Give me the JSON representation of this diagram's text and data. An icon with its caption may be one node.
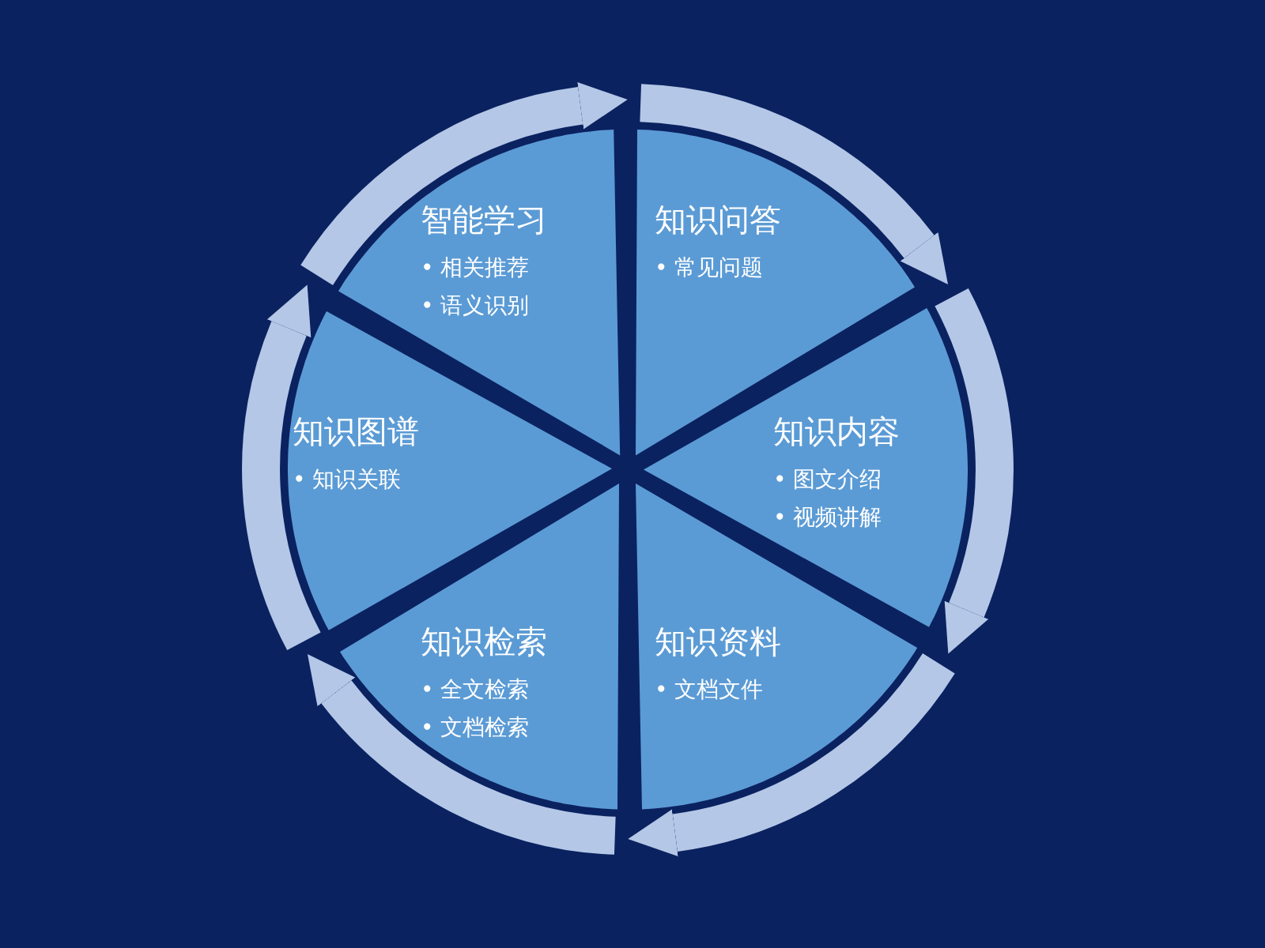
{
  "diagram": {
    "nodes": [
      {
        "text": [
          "智能学习",
          "• 相关推荐",
          "• 语义识别"
        ]
      },
      {
        "text": [
          "知识问答",
          "• 常见问题"
        ]
      },
      {
        "text": [
          "知识图谱",
          "• 知识关联"
        ]
      },
      {
        "text": [
          "知识内容",
          "• 图文介绍",
          "• 视频讲解"
        ]
      },
      {
        "text": [
          "知识检索",
          "• 全文检索",
          "• 文档检索"
        ]
      },
      {
        "text": [
          "知识资料",
          "• 文档文件"
        ]
      }
    ]
  }
}
